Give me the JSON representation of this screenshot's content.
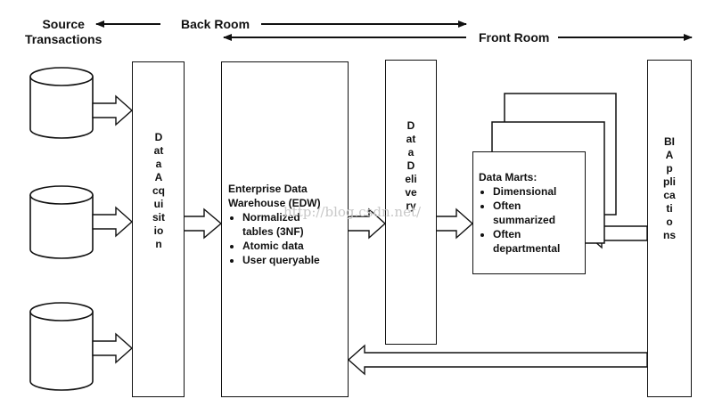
{
  "header": {
    "source_transactions": [
      "Source",
      "Transactions"
    ],
    "back_room": "Back Room",
    "front_room": "Front Room"
  },
  "blocks": {
    "data_acquisition": "Data Acquisition",
    "data_delivery": "Data Delivery",
    "bi_applications": "BI Applications"
  },
  "edw": {
    "title": [
      "Enterprise Data",
      "Warehouse (EDW)"
    ],
    "bullets": [
      "Normalized tables (3NF)",
      "Atomic data",
      "User queryable"
    ],
    "bullet_lines": [
      [
        "Normalized",
        "tables (3NF)"
      ],
      [
        "Atomic data"
      ],
      [
        "User queryable"
      ]
    ]
  },
  "data_marts": {
    "title": "Data Marts:",
    "bullets": [
      [
        "Dimensional"
      ],
      [
        "Often",
        "summarized"
      ],
      [
        "Often",
        "departmental"
      ]
    ]
  },
  "watermark": "http://blog.csdn.net/"
}
